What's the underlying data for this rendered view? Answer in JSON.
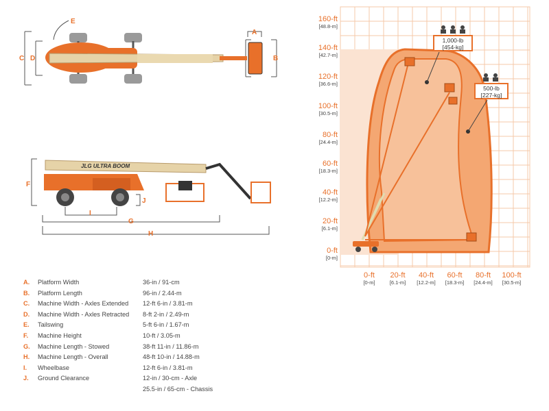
{
  "diagram": {
    "top_view_letters": {
      "e": "E",
      "c": "C",
      "d": "D",
      "a": "A",
      "b": "B"
    },
    "side_view_letters": {
      "f": "F",
      "j": "J",
      "i": "I",
      "g": "G",
      "h": "H"
    },
    "side_label": "JLG ULTRA BOOM"
  },
  "specs": [
    {
      "letter": "A.",
      "name": "Platform Width",
      "value": "36-in / 91-cm"
    },
    {
      "letter": "B.",
      "name": "Platform Length",
      "value": "96-in / 2.44-m"
    },
    {
      "letter": "C.",
      "name": "Machine Width - Axles Extended",
      "value": "12-ft 6-in / 3.81-m"
    },
    {
      "letter": "D.",
      "name": "Machine Width - Axles Retracted",
      "value": "8-ft 2-in / 2.49-m"
    },
    {
      "letter": "E.",
      "name": "Tailswing",
      "value": "5-ft 6-in / 1.67-m"
    },
    {
      "letter": "F.",
      "name": "Machine Height",
      "value": "10-ft / 3.05-m"
    },
    {
      "letter": "G.",
      "name": "Machine Length - Stowed",
      "value": "38-ft 11-in / 11.86-m"
    },
    {
      "letter": "H.",
      "name": "Machine Length - Overall",
      "value": "48-ft 10-in / 14.88-m"
    },
    {
      "letter": "I.",
      "name": "Wheelbase",
      "value": "12-ft 6-in / 3.81-m"
    },
    {
      "letter": "J.",
      "name": "Ground Clearance",
      "value": "12-in / 30-cm - Axle"
    },
    {
      "letter": "",
      "name": "",
      "value": "25.5-in / 65-cm - Chassis"
    }
  ],
  "chart": {
    "y_ticks": [
      {
        "ft": "160-ft",
        "m": "[48.8-m]"
      },
      {
        "ft": "140-ft",
        "m": "[42.7-m]"
      },
      {
        "ft": "120-ft",
        "m": "[36.6-m]"
      },
      {
        "ft": "100-ft",
        "m": "[30.5-m]"
      },
      {
        "ft": "80-ft",
        "m": "[24.4-m]"
      },
      {
        "ft": "60-ft",
        "m": "[18.3-m]"
      },
      {
        "ft": "40-ft",
        "m": "[12.2-m]"
      },
      {
        "ft": "20-ft",
        "m": "[6.1-m]"
      },
      {
        "ft": "0-ft",
        "m": "[0-m]"
      }
    ],
    "x_ticks": [
      {
        "ft": "0-ft",
        "m": "[0-m]"
      },
      {
        "ft": "20-ft",
        "m": "[6.1-m]"
      },
      {
        "ft": "40-ft",
        "m": "[12.2-m]"
      },
      {
        "ft": "60-ft",
        "m": "[18.3-m]"
      },
      {
        "ft": "80-ft",
        "m": "[24.4-m]"
      },
      {
        "ft": "100-ft",
        "m": "[30.5-m]"
      }
    ],
    "capacity_1000": {
      "lb": "1,000-lb",
      "kg": "[454-kg]",
      "people": 3
    },
    "capacity_500": {
      "lb": "500-lb",
      "kg": "[227-kg]",
      "people": 2
    },
    "colors": {
      "orange": "#e8702a",
      "light": "#f9d2b6",
      "mid": "#f4a772",
      "grid": "#f6c8a8"
    }
  }
}
